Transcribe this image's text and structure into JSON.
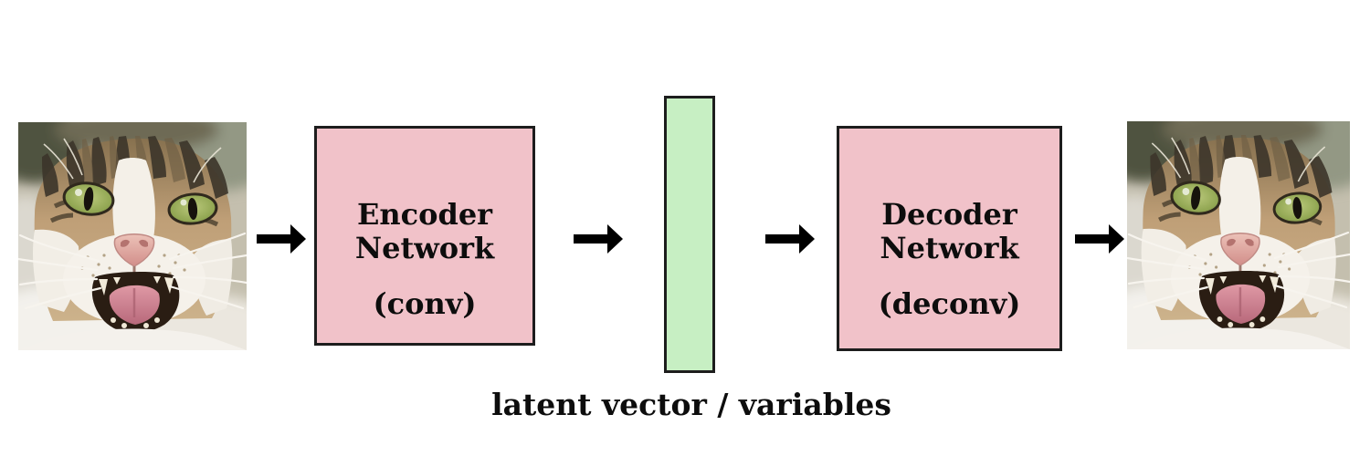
{
  "diagram": {
    "encoder_box": {
      "line1": "Encoder",
      "line2": "Network",
      "subtitle": "(conv)"
    },
    "decoder_box": {
      "line1": "Decoder",
      "line2": "Network",
      "subtitle": "(deconv)"
    },
    "latent_label": "latent vector / variables",
    "images": {
      "input": "cat-photo-input",
      "output": "cat-photo-output"
    },
    "icons": {
      "flow": "arrow-right-icon"
    },
    "colors": {
      "background": "#ffffff",
      "box-fill": "#f1c2c9",
      "latent-fill": "#c7efc3",
      "outline": "#1d1d1d",
      "arrow": "#000000",
      "text": "#0d0d0d"
    }
  }
}
